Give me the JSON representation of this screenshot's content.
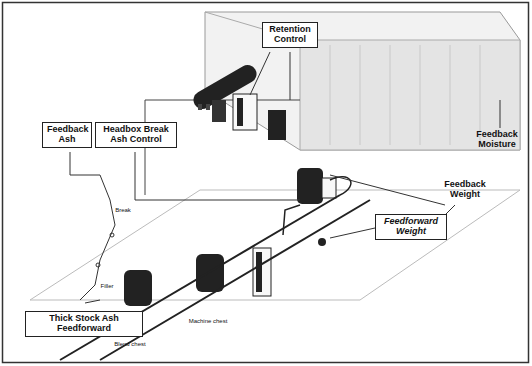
{
  "diagram": {
    "nodes": [
      {
        "text": [
          "Retention Control"
        ]
      },
      {
        "text": [
          "Feedback Ash"
        ]
      },
      {
        "text": [
          "Headbox Break Ash Control"
        ]
      },
      {
        "text": [
          "Feedforward Weight"
        ]
      },
      {
        "text": [
          "Thick Stock Ash Feedforward"
        ]
      }
    ],
    "labels": [
      "Feedback Moisture",
      "Feedback Weight",
      "Break",
      "Filler",
      "Blend chest",
      "Machine chest"
    ]
  }
}
